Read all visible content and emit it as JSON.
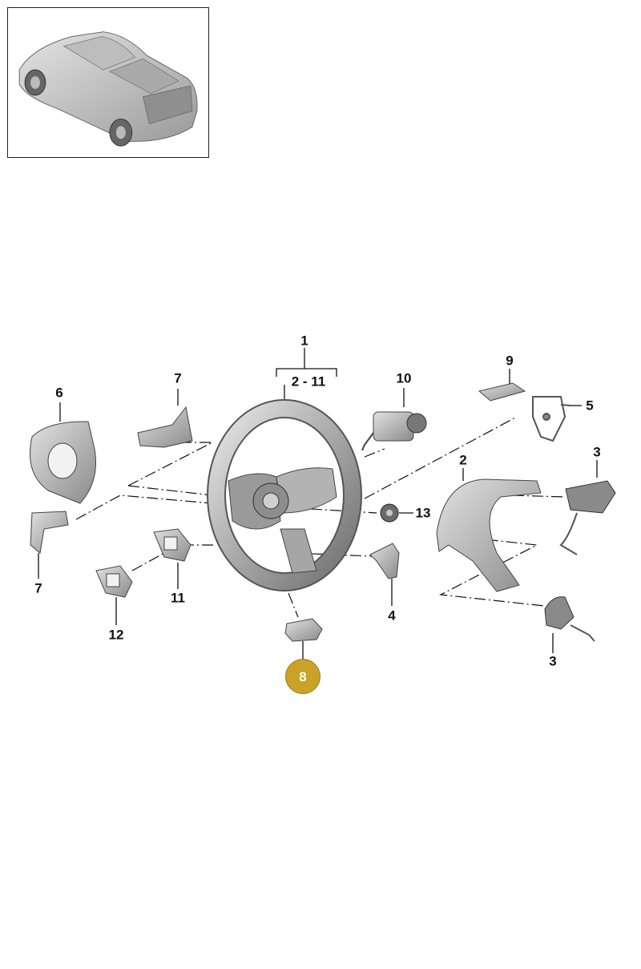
{
  "callouts": {
    "c1": "1",
    "c2_11": "2 - 11",
    "c2": "2",
    "c3a": "3",
    "c3b": "3",
    "c4": "4",
    "c5": "5",
    "c6": "6",
    "c7a": "7",
    "c7b": "7",
    "c8": "8",
    "c9": "9",
    "c10": "10",
    "c11": "11",
    "c12": "12",
    "c13": "13"
  },
  "colors": {
    "highlight": "#c9a227",
    "part_fill": "#c8c8c8",
    "part_dark": "#6b6b6b",
    "line": "#111111"
  }
}
